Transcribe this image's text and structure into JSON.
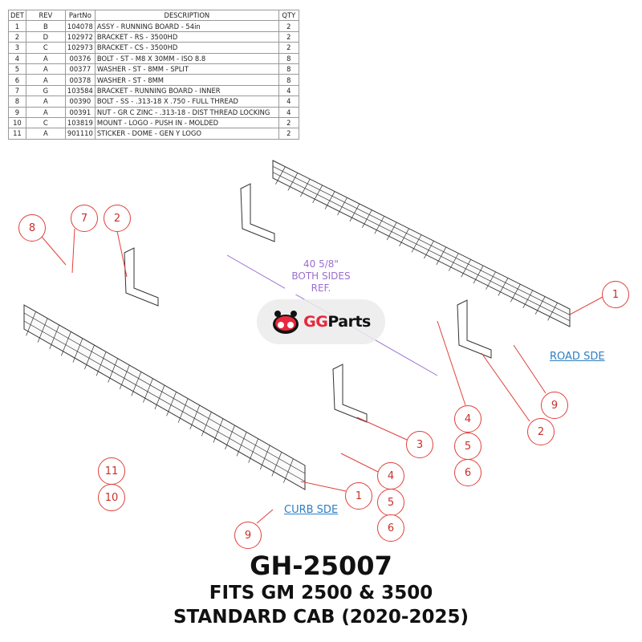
{
  "bom": {
    "headers": [
      "DET",
      "REV",
      "PartNo",
      "DESCRIPTION",
      "QTY"
    ],
    "rows": [
      [
        "1",
        "B",
        "104078",
        "ASSY - RUNNING BOARD - 54in",
        "2"
      ],
      [
        "2",
        "D",
        "102972",
        "BRACKET - RS - 3500HD",
        "2"
      ],
      [
        "3",
        "C",
        "102973",
        "BRACKET - CS - 3500HD",
        "2"
      ],
      [
        "4",
        "A",
        "00376",
        "BOLT - ST - M8 X 30MM - ISO 8.8",
        "8"
      ],
      [
        "5",
        "A",
        "00377",
        "WASHER - ST - 8MM - SPLIT",
        "8"
      ],
      [
        "6",
        "A",
        "00378",
        "WASHER - ST - 8MM",
        "8"
      ],
      [
        "7",
        "G",
        "103584",
        "BRACKET - RUNNING BOARD - INNER",
        "4"
      ],
      [
        "8",
        "A",
        "00390",
        "BOLT - SS - .313-18 X .750 - FULL THREAD",
        "4"
      ],
      [
        "9",
        "A",
        "00391",
        "NUT - GR C ZINC - .313-18 - DIST THREAD LOCKING",
        "4"
      ],
      [
        "10",
        "C",
        "103819",
        "MOUNT  - LOGO - PUSH IN - MOLDED",
        "2"
      ],
      [
        "11",
        "A",
        "901110",
        "STICKER - DOME - GEN Y LOGO",
        "2"
      ]
    ]
  },
  "callouts": [
    {
      "n": "1",
      "side": "road"
    },
    {
      "n": "1",
      "side": "curb"
    },
    {
      "n": "2",
      "side": "curb"
    },
    {
      "n": "2",
      "side": "road"
    },
    {
      "n": "3",
      "side": "curb"
    },
    {
      "n": "4",
      "side": "road"
    },
    {
      "n": "5",
      "side": "road"
    },
    {
      "n": "6",
      "side": "road"
    },
    {
      "n": "4",
      "side": "curb"
    },
    {
      "n": "5",
      "side": "curb"
    },
    {
      "n": "6",
      "side": "curb"
    },
    {
      "n": "7",
      "side": "curb"
    },
    {
      "n": "8",
      "side": "curb"
    },
    {
      "n": "9",
      "side": "road"
    },
    {
      "n": "9",
      "side": "curb"
    },
    {
      "n": "10",
      "side": "curb"
    },
    {
      "n": "11",
      "side": "curb"
    }
  ],
  "labels": {
    "road_side": "ROAD SDE",
    "curb_side": "CURB SDE"
  },
  "dimension": {
    "value": "40 5/8\"",
    "line2": "BOTH SIDES",
    "line3": "REF."
  },
  "watermark": {
    "brand_gg": "GG",
    "brand_parts": "Parts"
  },
  "title": {
    "part_number": "GH-25007",
    "fits": "FITS GM 2500 & 3500",
    "cab": "STANDARD CAB (2020-2025)"
  },
  "colors": {
    "callout": "#e0403a",
    "side_label": "#2e7fc2",
    "dimension": "#9a6fd0",
    "brand": "#e8283c"
  }
}
